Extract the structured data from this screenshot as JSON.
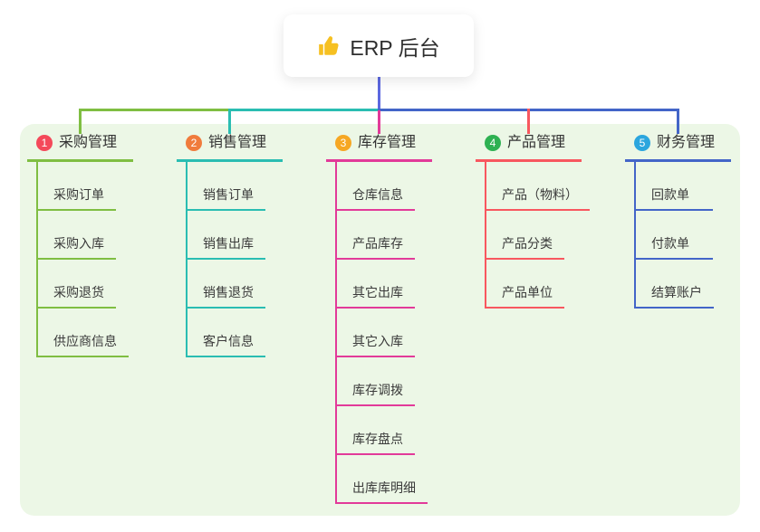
{
  "root": {
    "label": "ERP 后台",
    "icon": "thumbs-up"
  },
  "colors": {
    "panel": "#ECF7E6",
    "root_connector": "#5C68E0",
    "thumb_icon": "#F6C021",
    "root_text": "#2E2E2E"
  },
  "branches": [
    {
      "num": "1",
      "label": "采购管理",
      "badge_color": "#F4495A",
      "line_color": "#7FBE42",
      "children": [
        "采购订单",
        "采购入库",
        "采购退货",
        "供应商信息"
      ]
    },
    {
      "num": "2",
      "label": "销售管理",
      "badge_color": "#F07B3C",
      "line_color": "#2ABDB2",
      "children": [
        "销售订单",
        "销售出库",
        "销售退货",
        "客户信息"
      ]
    },
    {
      "num": "3",
      "label": "库存管理",
      "badge_color": "#F6A723",
      "line_color": "#E23A99",
      "children": [
        "仓库信息",
        "产品库存",
        "其它出库",
        "其它入库",
        "库存调拨",
        "库存盘点",
        "出库库明细"
      ]
    },
    {
      "num": "4",
      "label": "产品管理",
      "badge_color": "#2EB152",
      "line_color": "#F8575F",
      "children": [
        "产品（物料）",
        "产品分类",
        "产品单位"
      ]
    },
    {
      "num": "5",
      "label": "财务管理",
      "badge_color": "#2BA6DE",
      "line_color": "#4365C8",
      "children": [
        "回款单",
        "付款单",
        "结算账户"
      ]
    }
  ]
}
